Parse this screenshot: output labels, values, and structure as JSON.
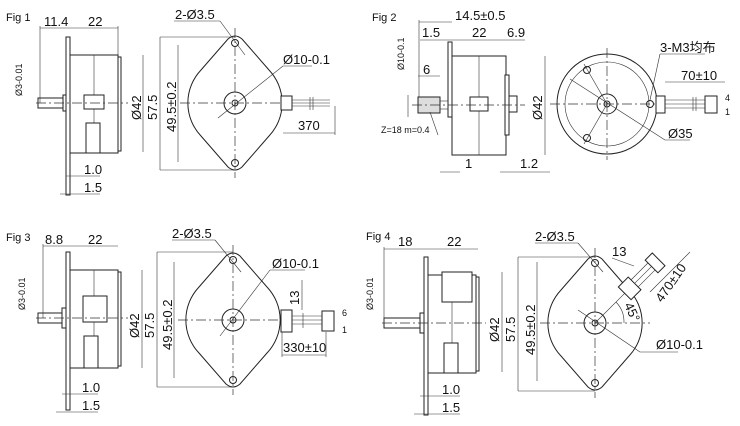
{
  "figures": [
    {
      "label": "Fig 1",
      "dims": {
        "shaft_len": "11.4",
        "body_len": "22",
        "shaft_dia": "Ø3-0.01",
        "body_dia": "Ø42",
        "flange_h": "57.5",
        "hole_pitch": "49.5±0.2",
        "holes": "2-Ø3.5",
        "boss_dia": "Ø10-0.1",
        "lead_len": "370",
        "flange_t": "1.0",
        "flange_t2": "1.5"
      }
    },
    {
      "label": "Fig 2",
      "dims": {
        "overall": "14.5±0.5",
        "gap": "1.5",
        "body_len": "22",
        "rear": "6.9",
        "gear_dia": "Ø10-0.1",
        "gear_w": "6",
        "gear_spec": "Z=18  m=0.4",
        "body_dia": "Ø42",
        "front_t": "1",
        "rear_t": "1.2",
        "holes": "3-M3均布",
        "lead_len": "70±10",
        "pcd": "Ø35",
        "pin_first": "1",
        "pin_last": "4"
      }
    },
    {
      "label": "Fig 3",
      "dims": {
        "shaft_len": "8.8",
        "body_len": "22",
        "shaft_dia": "Ø3-0.01",
        "body_dia": "Ø42",
        "flange_h": "57.5",
        "hole_pitch": "49.5±0.2",
        "holes": "2-Ø3.5",
        "boss_dia": "Ø10-0.1",
        "conn_h": "13",
        "lead_len": "330±10",
        "flange_t": "1.0",
        "flange_t2": "1.5",
        "pin_first": "1",
        "pin_last": "6"
      }
    },
    {
      "label": "Fig 4",
      "dims": {
        "shaft_len": "18",
        "body_len": "22",
        "shaft_dia": "Ø3-0.01",
        "body_dia": "Ø42",
        "flange_h": "57.5",
        "hole_pitch": "49.5±0.2",
        "holes": "2-Ø3.5",
        "boss_dia": "Ø10-0.1",
        "conn_h": "13",
        "lead_len": "470±10",
        "angle": "45°",
        "flange_t": "1.0",
        "flange_t2": "1.5"
      }
    }
  ]
}
